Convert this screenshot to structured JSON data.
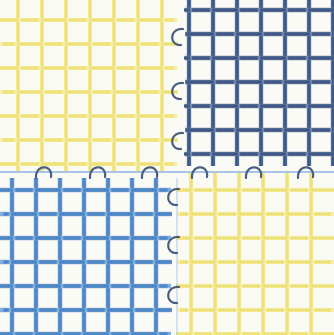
{
  "image": {
    "description_kind": "woven-grid-illustration",
    "colors": {
      "background": "#fbfbf6",
      "yellow_thread": "#efe27a",
      "yellow_thread_light": "#f6eeaa",
      "dark_blue_thread": "#3f5a86",
      "dark_blue_thread_light": "#6f86ad",
      "mid_blue_thread": "#4f86c6",
      "mid_blue_thread_light": "#86aee0",
      "loop_stroke": "#4a5f80",
      "join_line": "#a9c4e6"
    },
    "quadrants": {
      "top_left": {
        "thread": "yellow"
      },
      "top_right": {
        "thread": "dark_blue"
      },
      "bottom_left": {
        "thread": "mid_blue"
      },
      "bottom_right": {
        "thread": "yellow"
      }
    }
  }
}
